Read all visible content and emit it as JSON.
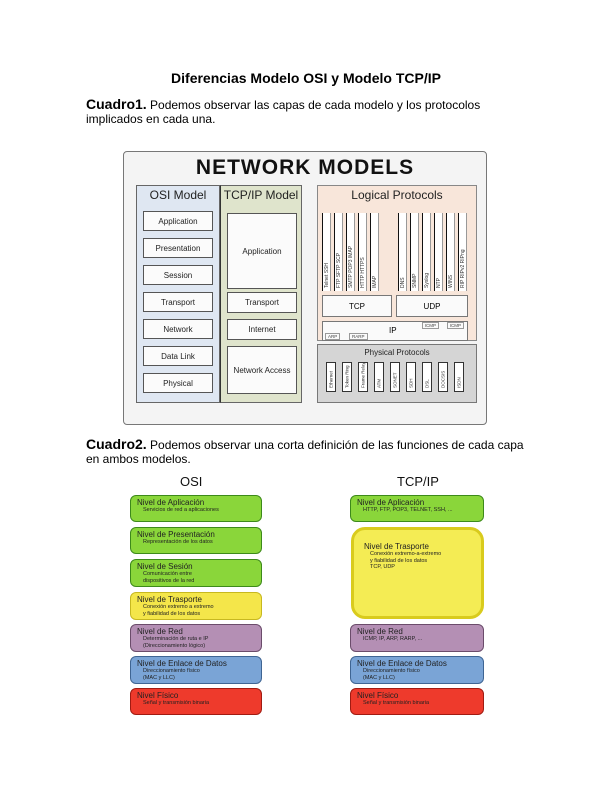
{
  "document": {
    "title": "Diferencias Modelo OSI y Modelo TCP/IP",
    "cuadro1": {
      "label": "Cuadro1.",
      "text": " Podemos observar  las capas de cada modelo y los protocolos implicados en cada una."
    },
    "cuadro2": {
      "label": "Cuadro2.",
      "text": " Podemos observar una corta definición de las funciones de cada capa en ambos modelos."
    }
  },
  "network_models": {
    "title": "NETWORK MODELS",
    "osi": {
      "heading": "OSI Model",
      "layers": [
        "Application",
        "Presentation",
        "Session",
        "Transport",
        "Network",
        "Data Link",
        "Physical"
      ]
    },
    "tcpip": {
      "heading": "TCP/IP Model",
      "layers": [
        "Application",
        "Transport",
        "Internet",
        "Network Access"
      ]
    },
    "logical": {
      "heading": "Logical Protocols",
      "tcp_apps": [
        "Telnet SSH",
        "FTP SFTP SCP",
        "SMTP POP3 IMAP",
        "HTTP HTTPS",
        "IMAP"
      ],
      "udp_apps": [
        "DNS",
        "SNMP",
        "Syslog",
        "NTP",
        "WINS",
        "RIP RIPv2 RIPng"
      ],
      "tcp": "TCP",
      "udp": "UDP",
      "ip": "IP",
      "ip_extras_top": [
        "ICMP",
        "ICMP"
      ],
      "ip_extras_bottom": [
        "ARP",
        "RARP"
      ]
    },
    "physical": {
      "heading": "Physical Protocols",
      "items": [
        "Ethernet",
        "Token Ring",
        "Frame Relay",
        "ATM",
        "SONET",
        "SDH",
        "DSL",
        "DOCSIS",
        "ISDN"
      ]
    }
  },
  "diagram": {
    "osi_label": "OSI",
    "tcpip_label": "TCP/IP",
    "osi_levels": [
      {
        "title": "Nivel de Aplicación",
        "desc": [
          "Servicios de red a aplicaciones"
        ]
      },
      {
        "title": "Nivel de Presentación",
        "desc": [
          "Representación de los datos"
        ]
      },
      {
        "title": "Nivel de Sesión",
        "desc": [
          "Comunicación entre",
          "dispositivos de la red"
        ]
      },
      {
        "title": "Nivel de Trasporte",
        "desc": [
          "Conexión extremo a extremo",
          "y fiabilidad de los datos"
        ]
      },
      {
        "title": "Nivel de Red",
        "desc": [
          "Determinación de ruta e IP",
          "(Direccionamiento lógico)"
        ]
      },
      {
        "title": "Nivel de Enlace de Datos",
        "desc": [
          "Direccionamiento físico",
          "(MAC y LLC)"
        ]
      },
      {
        "title": "Nivel Físico",
        "desc": [
          "Señal y transmisión binaria"
        ]
      }
    ],
    "tcpip_levels": [
      {
        "title": "Nivel de Aplicación",
        "desc": [
          "HTTP, FTP, POP3, TELNET, SSH, ..."
        ]
      },
      {
        "title": "Nivel de Trasporte",
        "desc": [
          "Conexión extremo-a-extremo",
          "y fiabilidad de los datos",
          "TCP, UDP"
        ]
      },
      {
        "title": "Nivel de Red",
        "desc": [
          "ICMP, IP, ARP, RARP, ..."
        ]
      },
      {
        "title": "Nivel de Enlace de Datos",
        "desc": [
          "Direccionamiento físico",
          "(MAC y LLC)"
        ]
      },
      {
        "title": "Nivel Físico",
        "desc": [
          "Señal y transmisión binaria"
        ]
      }
    ]
  }
}
